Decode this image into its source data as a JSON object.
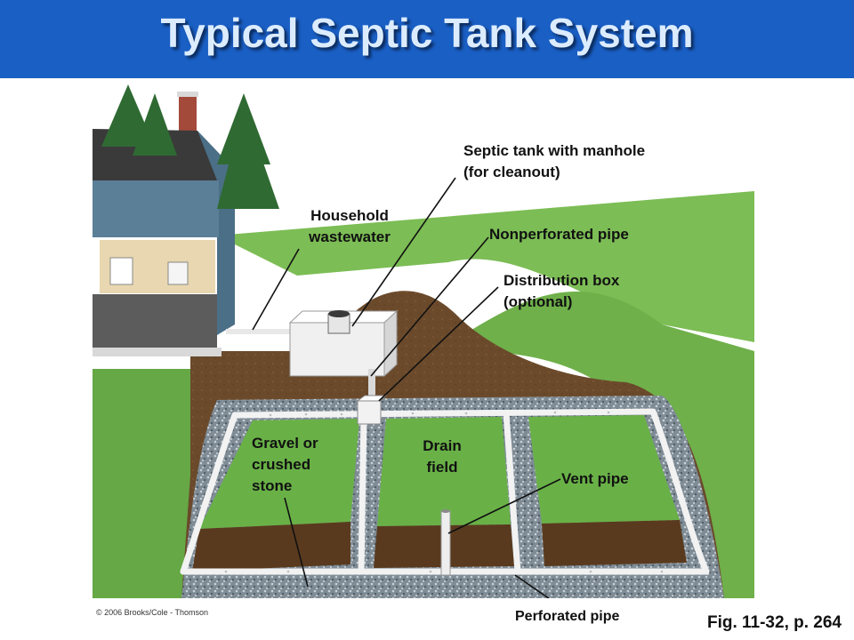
{
  "title": "Typical Septic Tank System",
  "labels": {
    "septic_tank_line1": "Septic tank with manhole",
    "septic_tank_line2": "(for cleanout)",
    "household_line1": "Household",
    "household_line2": "wastewater",
    "nonperforated_pipe": "Nonperforated pipe",
    "distribution_box_line1": "Distribution box",
    "distribution_box_line2": "(optional)",
    "gravel_line1": "Gravel or",
    "gravel_line2": "crushed",
    "gravel_line3": "stone",
    "drain_field_line1": "Drain",
    "drain_field_line2": "field",
    "vent_pipe": "Vent pipe",
    "perforated_pipe": "Perforated pipe"
  },
  "copyright": "© 2006 Brooks/Cole - Thomson",
  "figure_ref": "Fig. 11-32, p. 264",
  "colors": {
    "title_bar": "#1a5fc4",
    "title_text": "#dcecff",
    "grass": "#6fb04a",
    "soil": "#6b4a2b",
    "gravel": "#8e9aa3",
    "pipe": "#f2f2f2",
    "house_siding": "#4b6f86",
    "roof": "#3a3a3a"
  }
}
